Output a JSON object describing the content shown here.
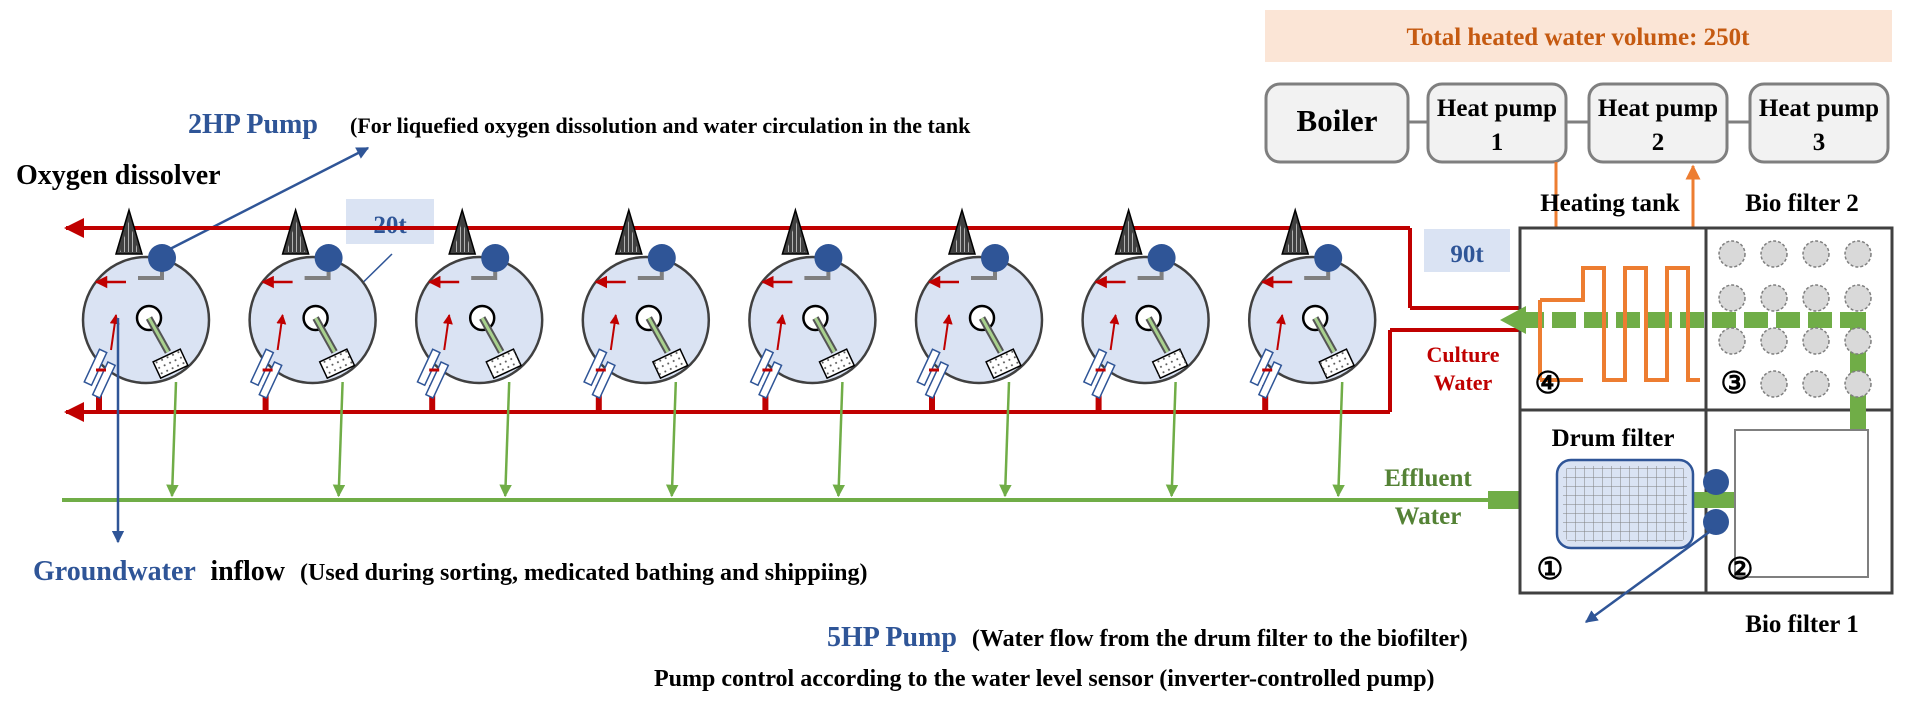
{
  "header": {
    "total_volume": "Total heated water volume: 250t"
  },
  "heat_sources": [
    {
      "line1": "Boiler",
      "line2": ""
    },
    {
      "line1": "Heat pump",
      "line2": "1"
    },
    {
      "line1": "Heat pump",
      "line2": "2"
    },
    {
      "line1": "Heat pump",
      "line2": "3"
    }
  ],
  "pump_2hp": {
    "name": "2HP Pump",
    "desc": "(For liquefied oxygen dissolution and water circulation in the tank"
  },
  "oxygen_dissolver": "Oxygen dissolver",
  "tank_volume": "20t",
  "filter_volume": "90t",
  "culture_water": {
    "line1": "Culture",
    "line2": "Water"
  },
  "effluent_water": {
    "line1": "Effluent",
    "line2": "Water"
  },
  "groundwater": {
    "name": "Groundwater",
    "word": "inflow",
    "desc": "(Used during sorting, medicated bathing and shippiing)"
  },
  "compartments": {
    "heating_tank": "Heating tank",
    "bio_filter_2": "Bio filter 2",
    "drum_filter": "Drum filter",
    "bio_filter_1": "Bio filter 1",
    "num1": "①",
    "num2": "②",
    "num3": "③",
    "num4": "④"
  },
  "pump_5hp": {
    "name": "5HP Pump",
    "desc": "(Water flow from the drum filter to the biofilter)",
    "control": "Pump control according to the water level sensor (inverter-controlled pump)"
  },
  "colors": {
    "red_pipe": "#c00000",
    "green_pipe": "#70ad47",
    "blue_label": "#2f5597",
    "orange": "#ed7d31",
    "tank_fill": "#dae3f3",
    "header_bg": "#fbe5d6"
  }
}
